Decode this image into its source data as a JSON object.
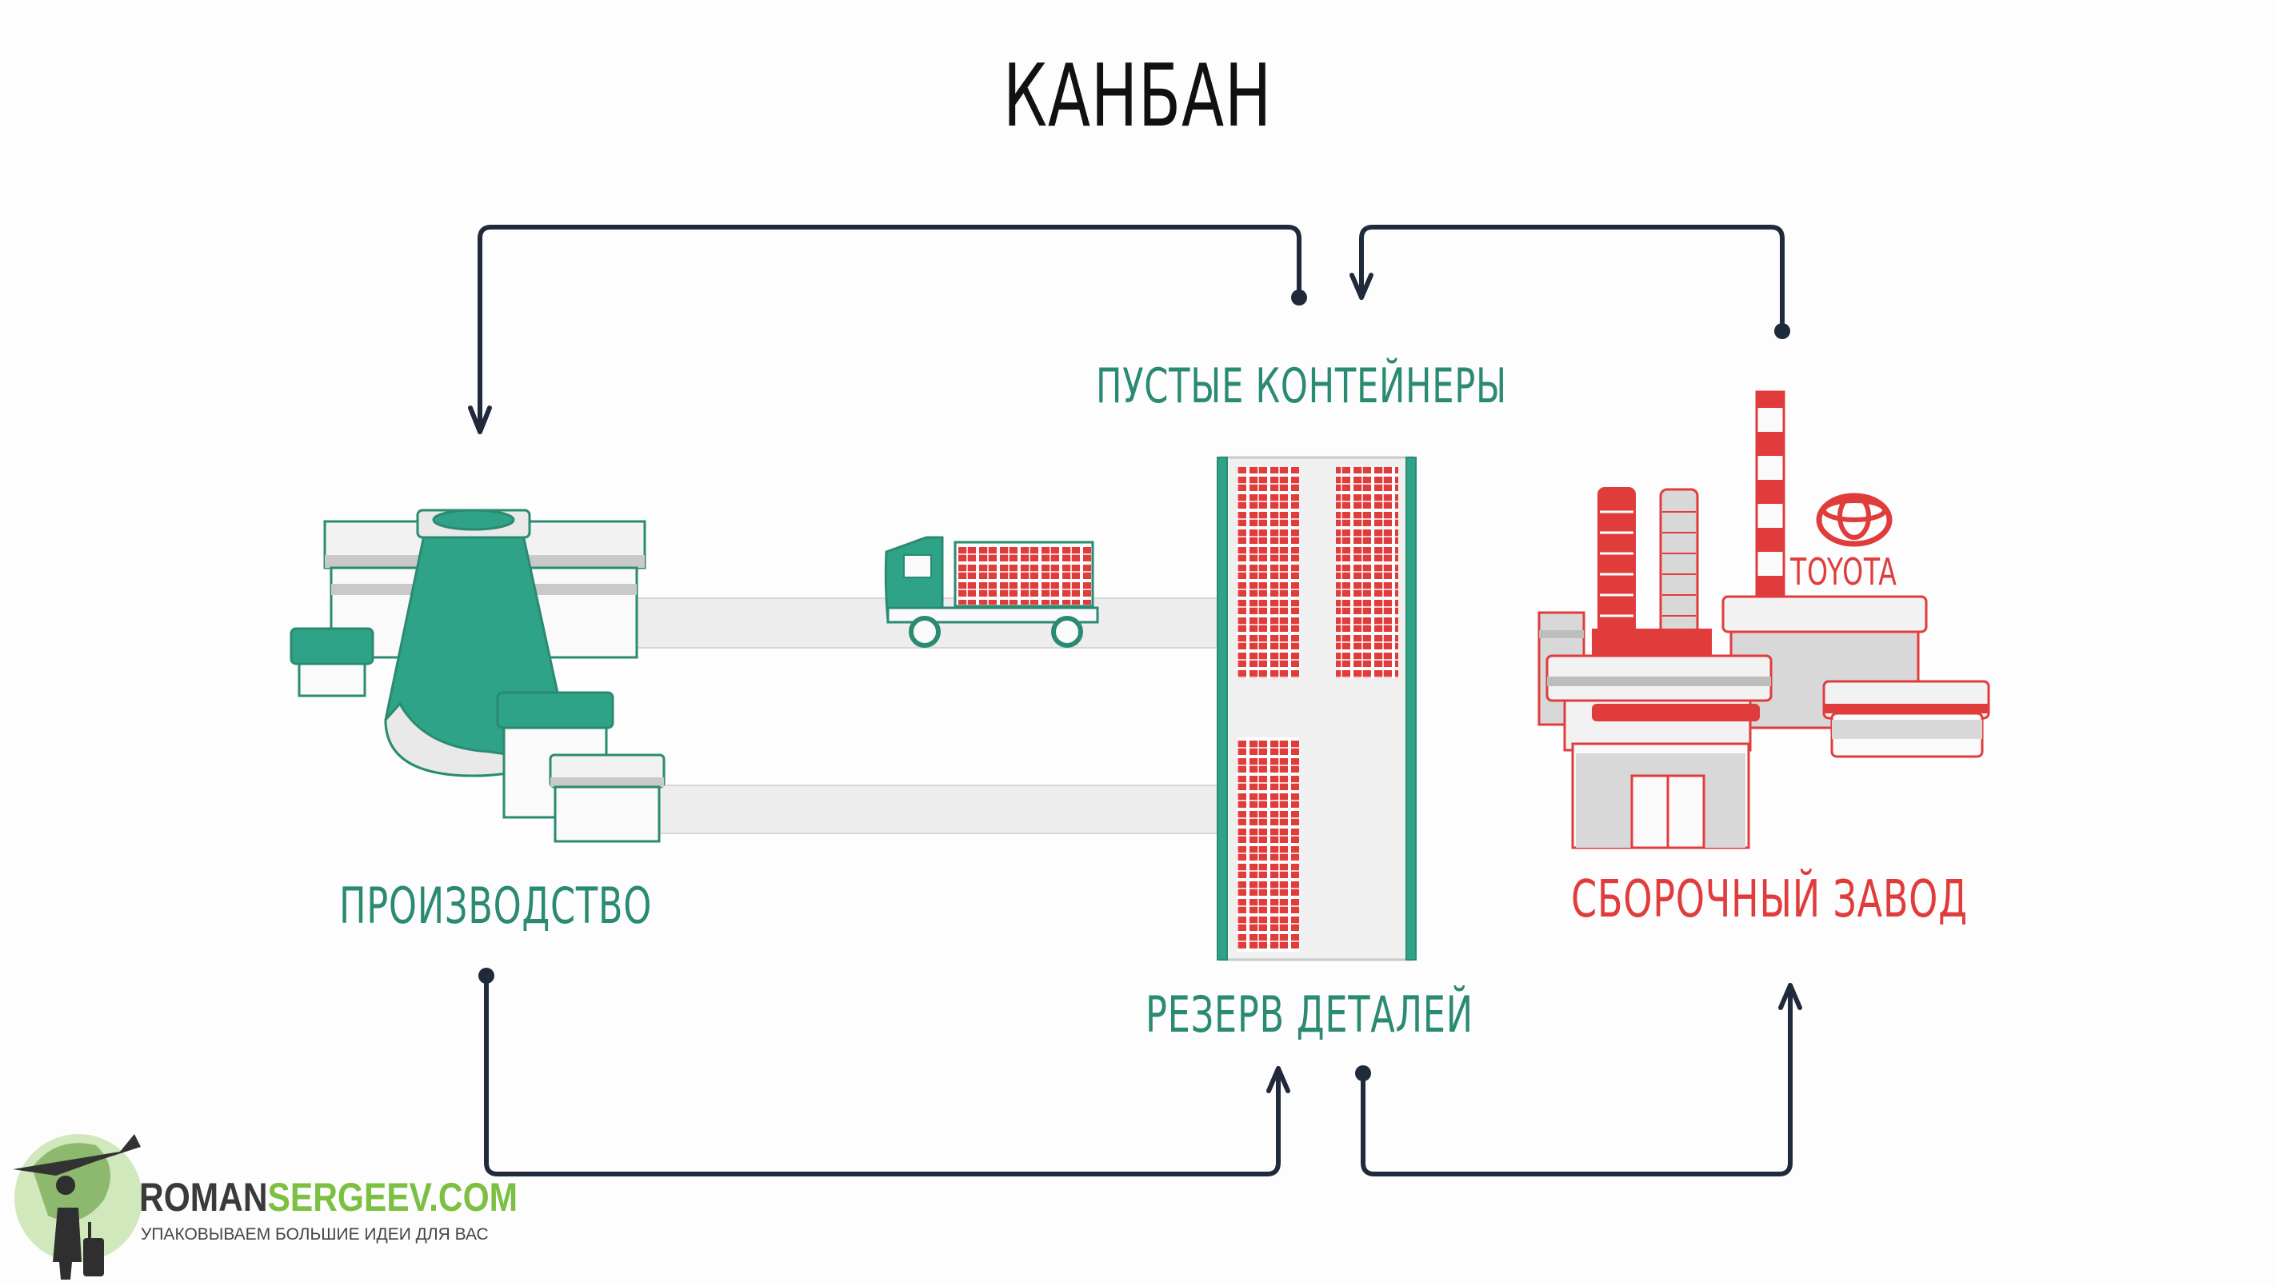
{
  "title": "КАНБАН",
  "labels": {
    "empty_containers": "ПУСТЫЕ КОНТЕЙНЕРЫ",
    "production": "ПРОИЗВОДСТВО",
    "parts_reserve": "РЕЗЕРВ ДЕТАЛЕЙ",
    "assembly_plant": "СБОРОЧНЫЙ ЗАВОД"
  },
  "toyota": "TOYOTA",
  "branding": {
    "name_part1": "ROMAN",
    "name_part2": "SERGEEV.COM",
    "tagline": "УПАКОВЫВАЕМ БОЛЬШИЕ ИДЕИ ДЛЯ ВАС"
  },
  "colors": {
    "green": "#2a8a72",
    "red": "#e03c3c",
    "arrow": "#1f2a3a",
    "brand_green": "#7cc042"
  }
}
